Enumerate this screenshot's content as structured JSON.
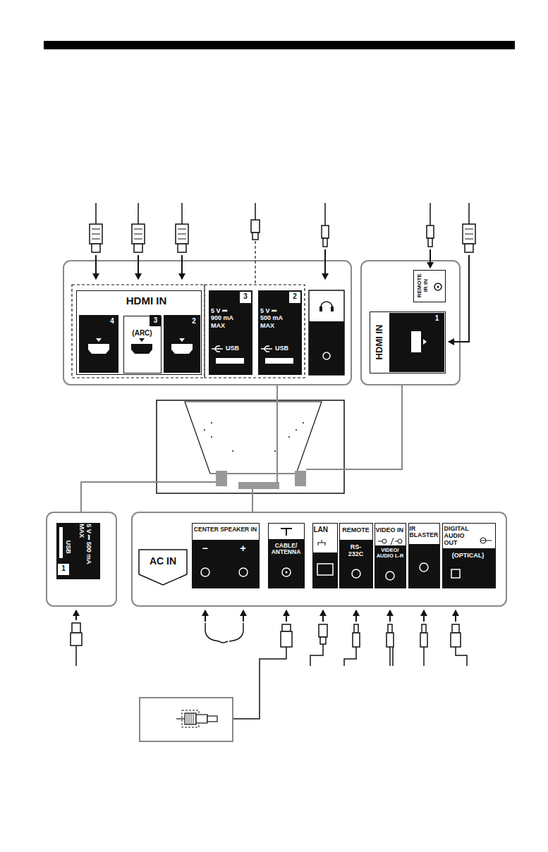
{
  "diagram": {
    "nodes": [
      {
        "text": [
          "HDMI IN"
        ]
      },
      {
        "text": [
          "4"
        ],
        "in": 0
      },
      {
        "text": [
          "3",
          "(ARC)"
        ],
        "in": 0
      },
      {
        "text": [
          "2"
        ],
        "in": 0
      },
      {
        "text": [
          "3",
          "5 V ⎓ 900 mA MAX",
          "USB"
        ]
      },
      {
        "text": [
          "2",
          "5 V ⎓ 500 mA MAX",
          "USB"
        ]
      },
      {
        "text": [
          "REMOTE IR IN"
        ]
      },
      {
        "text": [
          "HDMI IN",
          "1"
        ]
      },
      {
        "text": [
          "5 V ⎓ 500 mA MAX",
          "USB",
          "1"
        ]
      },
      {
        "text": [
          "AC IN"
        ]
      },
      {
        "text": [
          "CENTER SPEAKER IN",
          "−",
          "+"
        ]
      },
      {
        "text": [
          "CABLE/ ANTENNA"
        ]
      },
      {
        "text": [
          "LAN"
        ]
      },
      {
        "text": [
          "REMOTE",
          "RS- 232C"
        ]
      },
      {
        "text": [
          "VIDEO IN",
          "VIDEO/ AUDIO L-R"
        ]
      },
      {
        "text": [
          "IR BLASTER"
        ]
      },
      {
        "text": [
          "DIGITAL AUDIO OUT",
          "(OPTICAL)"
        ]
      }
    ]
  }
}
